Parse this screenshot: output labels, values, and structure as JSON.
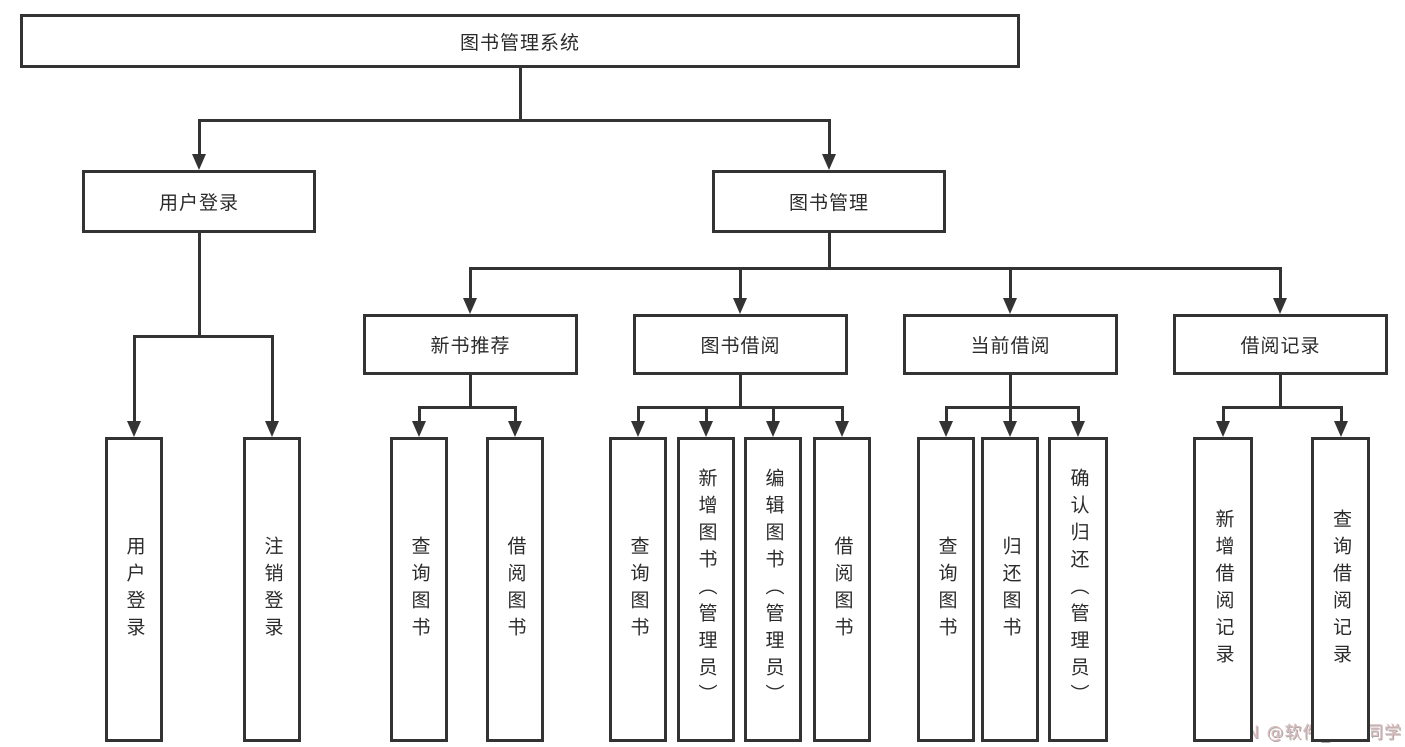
{
  "diagram": {
    "title": "图书管理系统",
    "watermark": "CSDN @软件_小贺同学",
    "colors": {
      "line": "#333333",
      "text": "#2b2b2b",
      "background": "#ffffff",
      "watermark": "#d9bcbc"
    },
    "nodes": {
      "root": {
        "label": "图书管理系统"
      },
      "user_login": {
        "label": "用户登录"
      },
      "book_mgmt": {
        "label": "图书管理"
      },
      "new_book_rec": {
        "label": "新书推荐"
      },
      "book_borrow": {
        "label": "图书借阅"
      },
      "current_borrow": {
        "label": "当前借阅"
      },
      "borrow_record": {
        "label": "借阅记录"
      },
      "leaf_user_login": {
        "label": "用户登录"
      },
      "leaf_logout": {
        "label": "注销登录"
      },
      "leaf_query_book_1": {
        "label": "查询图书"
      },
      "leaf_borrow_book_1": {
        "label": "借阅图书"
      },
      "leaf_query_book_2": {
        "label": "查询图书"
      },
      "leaf_add_book": {
        "label": "新增图书（管理员）"
      },
      "leaf_edit_book": {
        "label": "编辑图书（管理员）"
      },
      "leaf_borrow_book_2": {
        "label": "借阅图书"
      },
      "leaf_query_book_3": {
        "label": "查询图书"
      },
      "leaf_return_book": {
        "label": "归还图书"
      },
      "leaf_confirm_return": {
        "label": "确认归还（管理员）"
      },
      "leaf_add_record": {
        "label": "新增借阅记录"
      },
      "leaf_query_record": {
        "label": "查询借阅记录"
      }
    },
    "edges": [
      "root->user_login",
      "root->book_mgmt",
      "user_login->leaf_user_login",
      "user_login->leaf_logout",
      "book_mgmt->new_book_rec",
      "book_mgmt->book_borrow",
      "book_mgmt->current_borrow",
      "book_mgmt->borrow_record",
      "new_book_rec->leaf_query_book_1",
      "new_book_rec->leaf_borrow_book_1",
      "book_borrow->leaf_query_book_2",
      "book_borrow->leaf_add_book",
      "book_borrow->leaf_edit_book",
      "book_borrow->leaf_borrow_book_2",
      "current_borrow->leaf_query_book_3",
      "current_borrow->leaf_return_book",
      "current_borrow->leaf_confirm_return",
      "borrow_record->leaf_add_record",
      "borrow_record->leaf_query_record"
    ]
  }
}
